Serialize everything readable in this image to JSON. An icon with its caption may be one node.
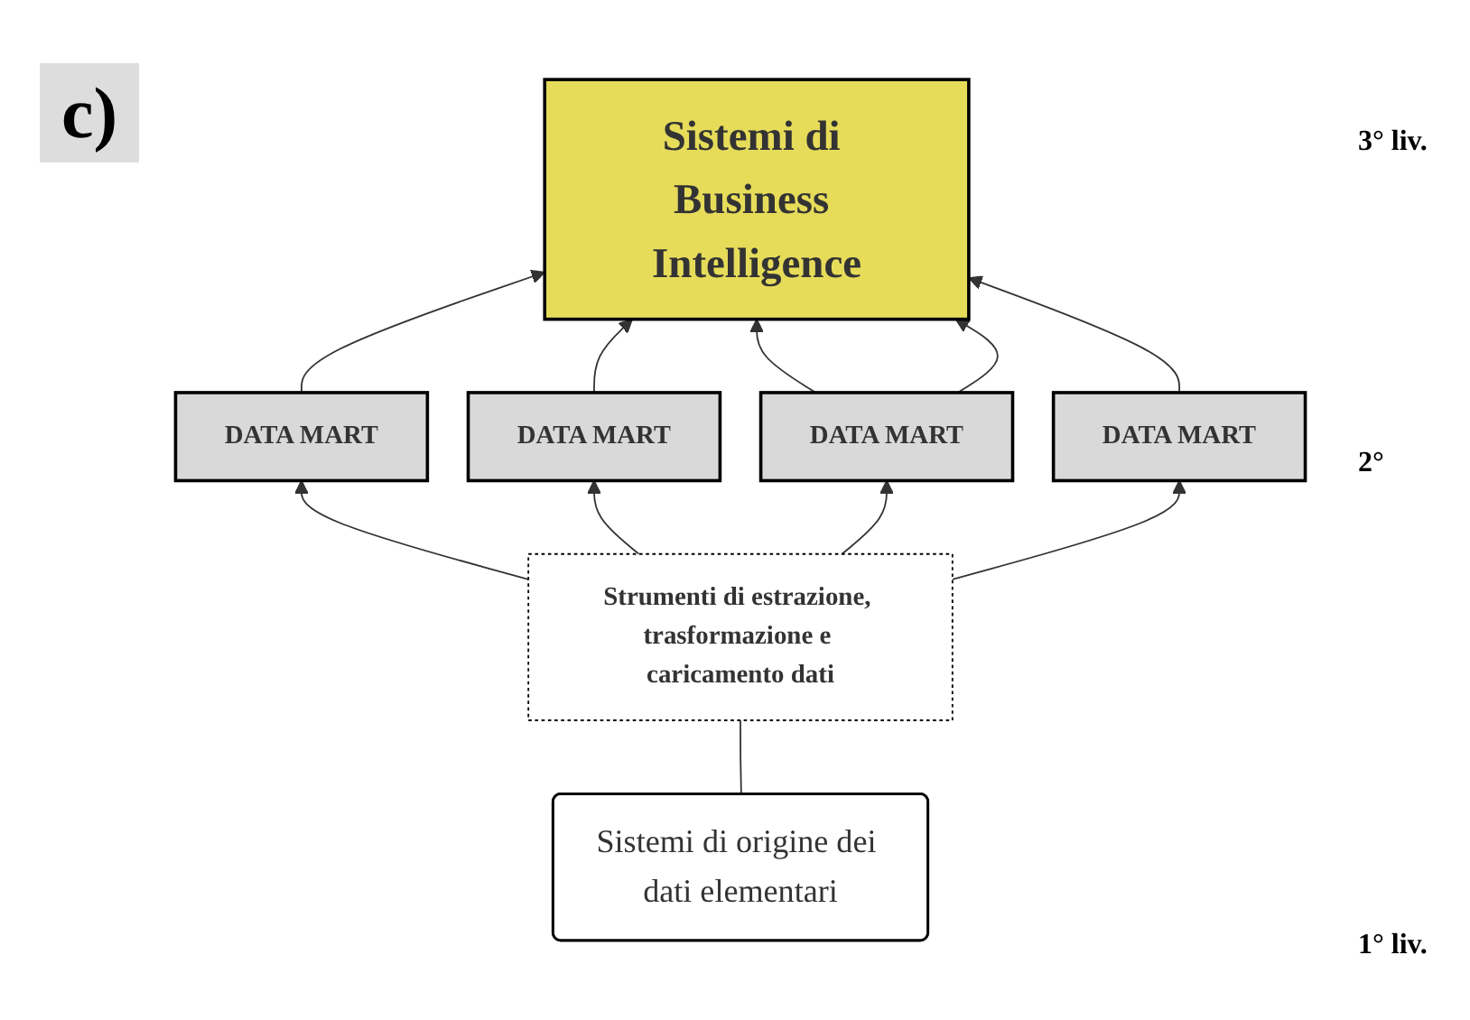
{
  "diagram": {
    "nodes": [
      {
        "text": [
          "Sistemi di Business Intelligence"
        ]
      },
      {
        "text": [
          "DATA MART"
        ]
      },
      {
        "text": [
          "DATA MART"
        ]
      },
      {
        "text": [
          "DATA MART"
        ]
      },
      {
        "text": [
          "DATA MART"
        ]
      },
      {
        "text": [
          "Strumenti di estrazione, trasformazione e caricamento dati"
        ]
      },
      {
        "text": [
          "Sistemi di origine dei dati elementari"
        ]
      }
    ],
    "edges": [
      {
        "from": 1,
        "to": 0,
        "arrow": "to"
      },
      {
        "from": 2,
        "to": 0,
        "arrow": "to"
      },
      {
        "from": 3,
        "to": 0,
        "arrow": "to"
      },
      {
        "from": 3,
        "to": 0,
        "arrow": "to"
      },
      {
        "from": 4,
        "to": 0,
        "arrow": "to"
      },
      {
        "from": 5,
        "to": 1,
        "arrow": "to"
      },
      {
        "from": 5,
        "to": 2,
        "arrow": "to"
      },
      {
        "from": 5,
        "to": 3,
        "arrow": "to"
      },
      {
        "from": 5,
        "to": 4,
        "arrow": "to"
      },
      {
        "from": 6,
        "to": 5,
        "arrow": "none"
      }
    ],
    "labels": [
      "c)",
      "3° liv.",
      "2°",
      "1° liv."
    ]
  }
}
